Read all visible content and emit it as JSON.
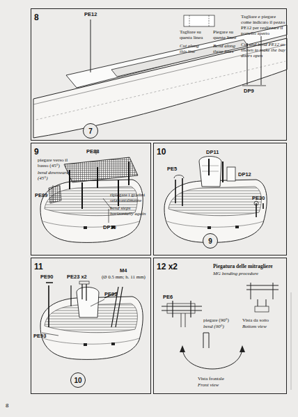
{
  "diagram": {
    "nodes": [
      {
        "text": [
          "8"
        ]
      },
      {
        "text": [
          "7"
        ],
        "in": 0
      },
      {
        "text": [
          "9"
        ]
      },
      {
        "text": [
          "10"
        ]
      },
      {
        "text": [
          "9"
        ],
        "in": 3
      },
      {
        "text": [
          "11"
        ]
      },
      {
        "text": [
          "10"
        ],
        "in": 5
      },
      {
        "text": [
          "12 x2"
        ]
      }
    ],
    "labels": [
      "PE12",
      "Tagliare su questa linea",
      "Cut along this line",
      "Piegare su queste linee",
      "Bend along these lines",
      "Tagliare e piegare come indicato il pezzo PE12 per realizzare il portello aperto",
      "Cut and bend PE12 as shown to make the bay doors open",
      "DP9",
      "PE88",
      "piegare verso il basso (45°)",
      "bend downward (45°)",
      "PE89",
      "ripiegare i gradini orizzontalmente",
      "bend steps horizontally again",
      "DP10",
      "DP11",
      "PE5",
      "DP12",
      "PE30",
      "PE90",
      "PE23 x2",
      "M4",
      "(Ø 0.5 mm; h. 11 mm)",
      "PE93",
      "PE93",
      "Piegatura delle mitragliere",
      "MG bending procedure",
      "PE6",
      "piegare (90°)",
      "bend (90°)",
      "Vista da sotto",
      "Bottom view",
      "Vista frontale",
      "Front view",
      "8"
    ]
  }
}
